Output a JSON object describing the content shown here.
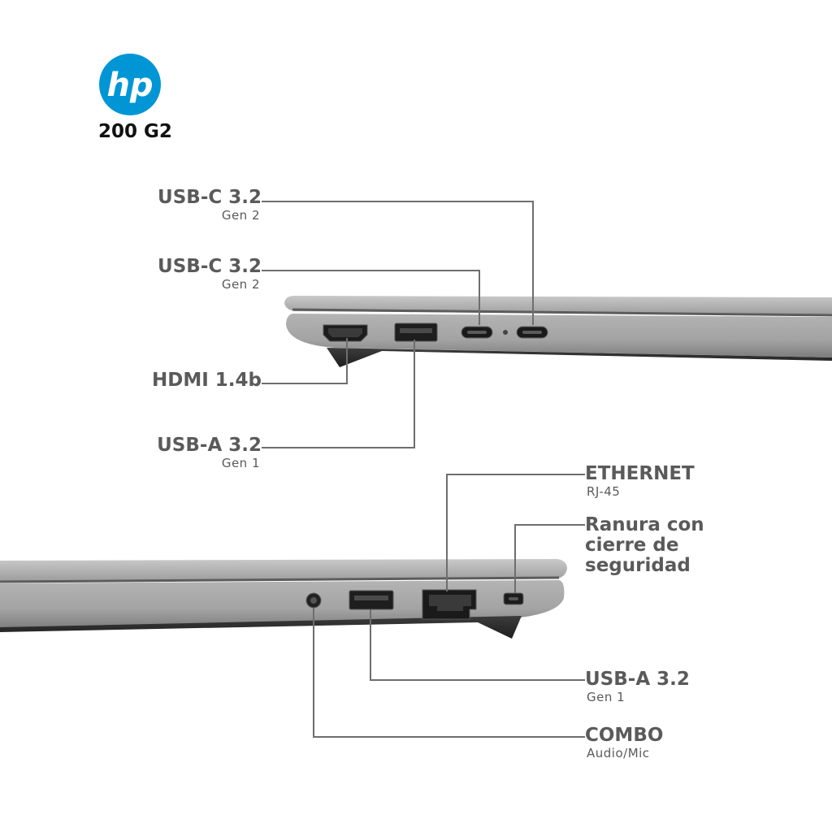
{
  "brand": {
    "logo_text": "hp",
    "model": "200 G2",
    "logo_color": "#0096d6"
  },
  "left_side_ports": [
    {
      "label": "USB-C 3.2",
      "sub": "Gen 2"
    },
    {
      "label": "USB-C 3.2",
      "sub": "Gen 2"
    },
    {
      "label": "HDMI 1.4b",
      "sub": ""
    },
    {
      "label": "USB-A 3.2",
      "sub": "Gen 1"
    }
  ],
  "right_side_ports": [
    {
      "label": "ETHERNET",
      "sub": "RJ-45"
    },
    {
      "label_lines": [
        "Ranura con",
        "cierre de",
        "seguridad"
      ],
      "sub": ""
    },
    {
      "label": "USB-A 3.2",
      "sub": "Gen 1"
    },
    {
      "label": "COMBO",
      "sub": "Audio/Mic"
    }
  ],
  "colors": {
    "label_text": "#5a5a5a",
    "leader_line": "#6e6e6e",
    "chassis_light": "#a9a9a9",
    "chassis_dark": "#3a3a3a"
  }
}
